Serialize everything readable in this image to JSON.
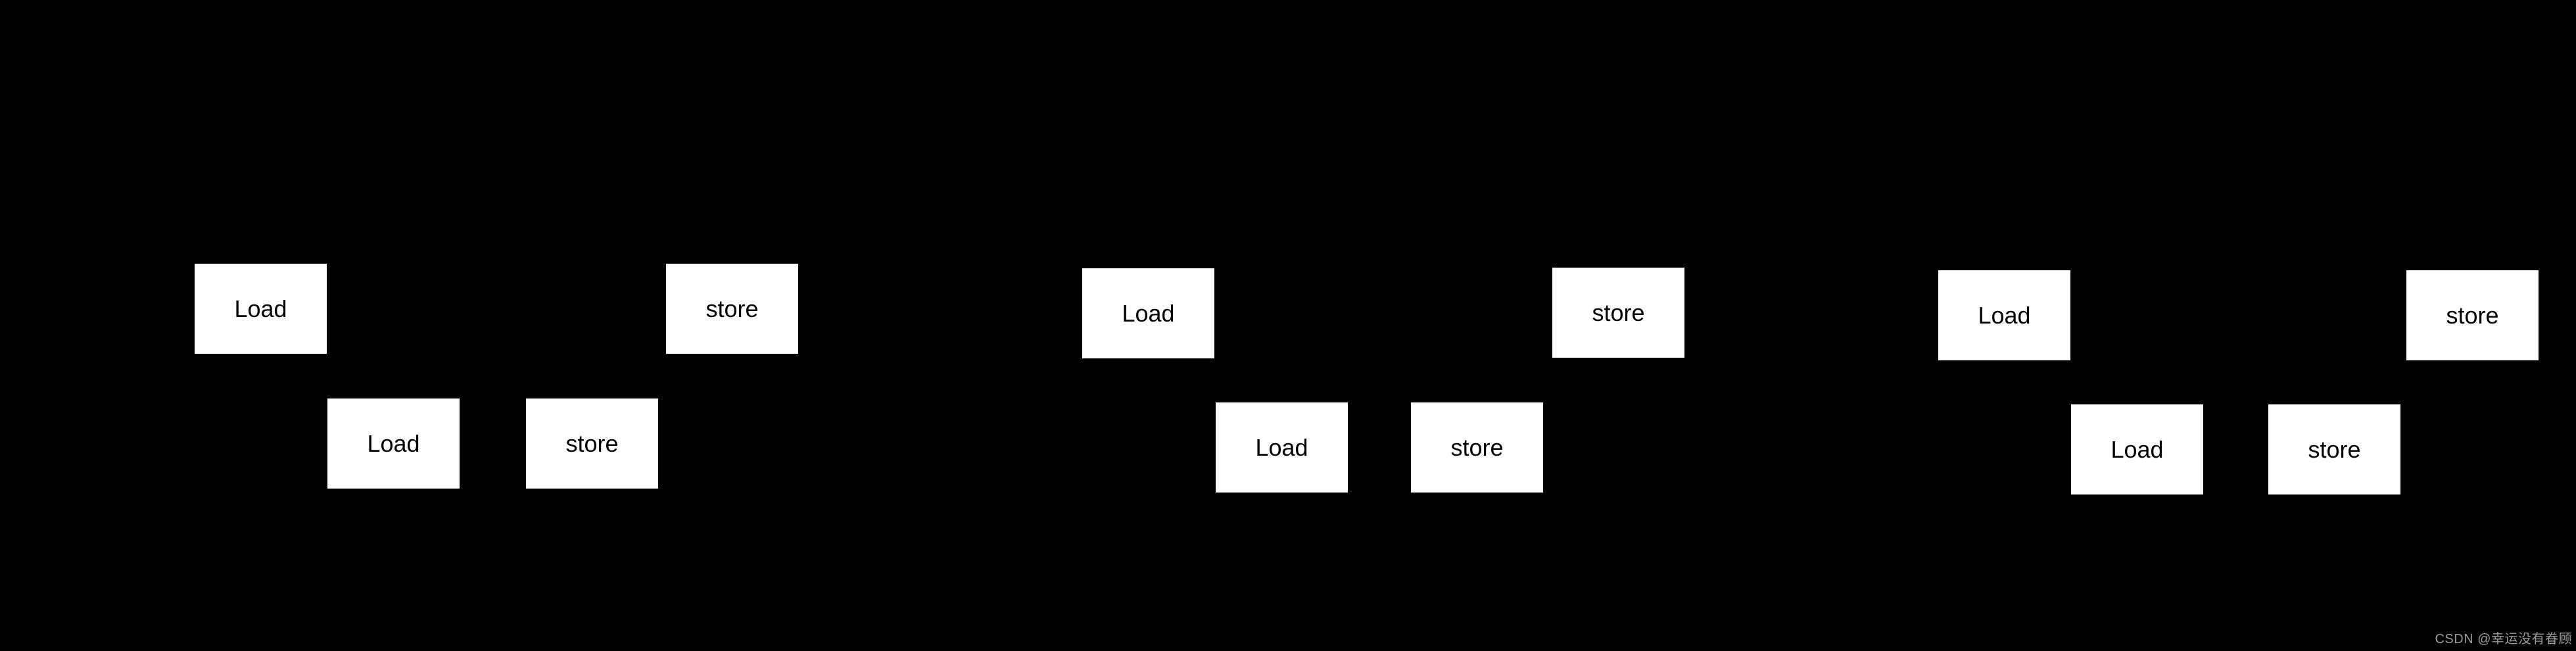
{
  "diagram": {
    "kind": "load-store-sequence-diagram",
    "boxes": [
      {
        "id": "group1-load-top",
        "label": "Load"
      },
      {
        "id": "group1-store-top",
        "label": "store"
      },
      {
        "id": "group1-load-bottom",
        "label": "Load"
      },
      {
        "id": "group1-store-bottom",
        "label": "store"
      },
      {
        "id": "group2-load-top",
        "label": "Load"
      },
      {
        "id": "group2-store-top",
        "label": "store"
      },
      {
        "id": "group2-load-bottom",
        "label": "Load"
      },
      {
        "id": "group2-store-bottom",
        "label": "store"
      },
      {
        "id": "group3-load-top",
        "label": "Load"
      },
      {
        "id": "group3-store-top",
        "label": "store"
      },
      {
        "id": "group3-load-bottom",
        "label": "Load"
      },
      {
        "id": "group3-store-bottom",
        "label": "store"
      }
    ]
  },
  "watermark": {
    "text": "CSDN @幸运没有眷顾"
  },
  "colors": {
    "background": "#000000",
    "node_fill": "#ffffff",
    "node_text": "#000000",
    "watermark_text": "#9c9c9c"
  }
}
